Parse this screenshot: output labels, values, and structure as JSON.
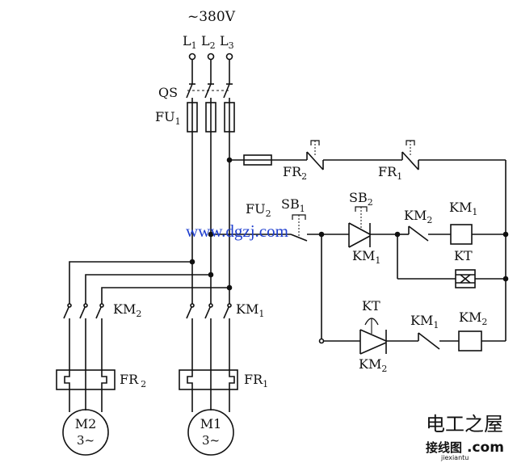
{
  "supply": {
    "voltage": "~380V",
    "phases": [
      "L",
      "L",
      "L"
    ],
    "phase_subs": [
      "1",
      "2",
      "3"
    ]
  },
  "labels": {
    "qs": "QS",
    "fu1_main": "FU",
    "fu1_sub": "1",
    "fu2_main": "FU",
    "fu2_sub": "2",
    "fr2_main": "FR",
    "fr2_sub": "2",
    "fr1_main": "FR",
    "fr1_sub": "1",
    "sb1_main": "SB",
    "sb1_sub": "1",
    "sb2_main": "SB",
    "sb2_sub": "2",
    "km2_coil_ctrl_main": "KM",
    "km2_coil_ctrl_sub": "2",
    "km1_coil_main": "KM",
    "km1_coil_sub": "1",
    "km1_hold_main": "KM",
    "km1_hold_sub": "1",
    "kt_coil": "KT",
    "kt_contact": "KT",
    "km1_nc_main": "KM",
    "km1_nc_sub": "1",
    "km2_coil2_main": "KM",
    "km2_coil2_sub": "2",
    "km2_bottom_main": "KM",
    "km2_bottom_sub": "2",
    "km2_power_main": "KM",
    "km2_power_sub": "2",
    "km1_power_main": "KM",
    "km1_power_sub": "1",
    "fr2_heater_main": "FR",
    "fr2_heater_sub": "2",
    "fr1_heater_main": "FR",
    "fr1_heater_sub": "1",
    "m2_name": "M2",
    "m2_type": "3~",
    "m1_name": "M1",
    "m1_type": "3~"
  },
  "watermark": {
    "url": "www.dgzj.com",
    "corner_logo": "电工之屋",
    "corner_site": "接线图",
    "corner_com": ".com",
    "corner_small": "jiexiantu"
  },
  "colors": {
    "line": "#111111",
    "watermark_blue": "#1f3fcf",
    "corner_red": "#d8261e",
    "corner_gray": "#c9c9c9"
  }
}
